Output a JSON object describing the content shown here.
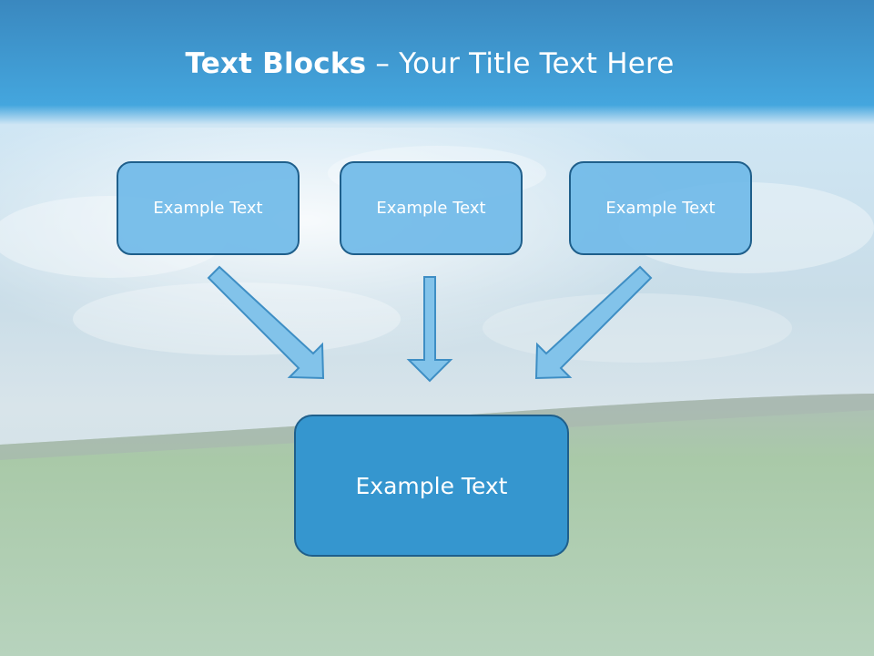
{
  "slide": {
    "title_bold": "Text Blocks",
    "title_dash": " – ",
    "title_rest": "Your Title Text Here"
  },
  "boxes": {
    "top_left": "Example Text",
    "top_center": "Example Text",
    "top_right": "Example Text",
    "bottom": "Example Text"
  },
  "colors": {
    "header_band": "#3a9fd8",
    "box_fill": "#70bae8",
    "box_fill_dark": "#3596cf",
    "box_border": "#1f5f8b",
    "arrow_fill": "#82c3ea",
    "arrow_stroke": "#3e8ec4"
  }
}
